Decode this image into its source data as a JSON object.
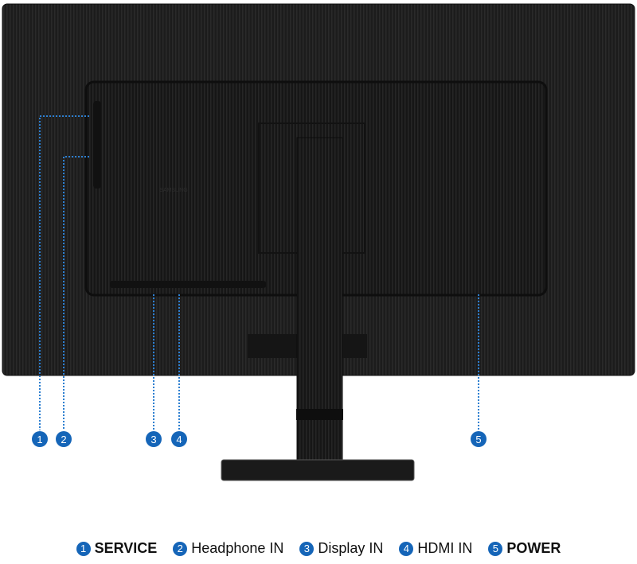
{
  "colors": {
    "accent": "#1565b8",
    "monitor": "#1b1b1b",
    "leader_line": "#2d7fd0"
  },
  "callouts": [
    {
      "number": "1",
      "label": "SERVICE",
      "bold": true
    },
    {
      "number": "2",
      "label": "Headphone IN",
      "bold": false
    },
    {
      "number": "3",
      "label": "Display IN",
      "bold": false
    },
    {
      "number": "4",
      "label": "HDMI IN",
      "bold": false
    },
    {
      "number": "5",
      "label": "POWER",
      "bold": true
    }
  ],
  "logo_text": "SAMSUNG"
}
